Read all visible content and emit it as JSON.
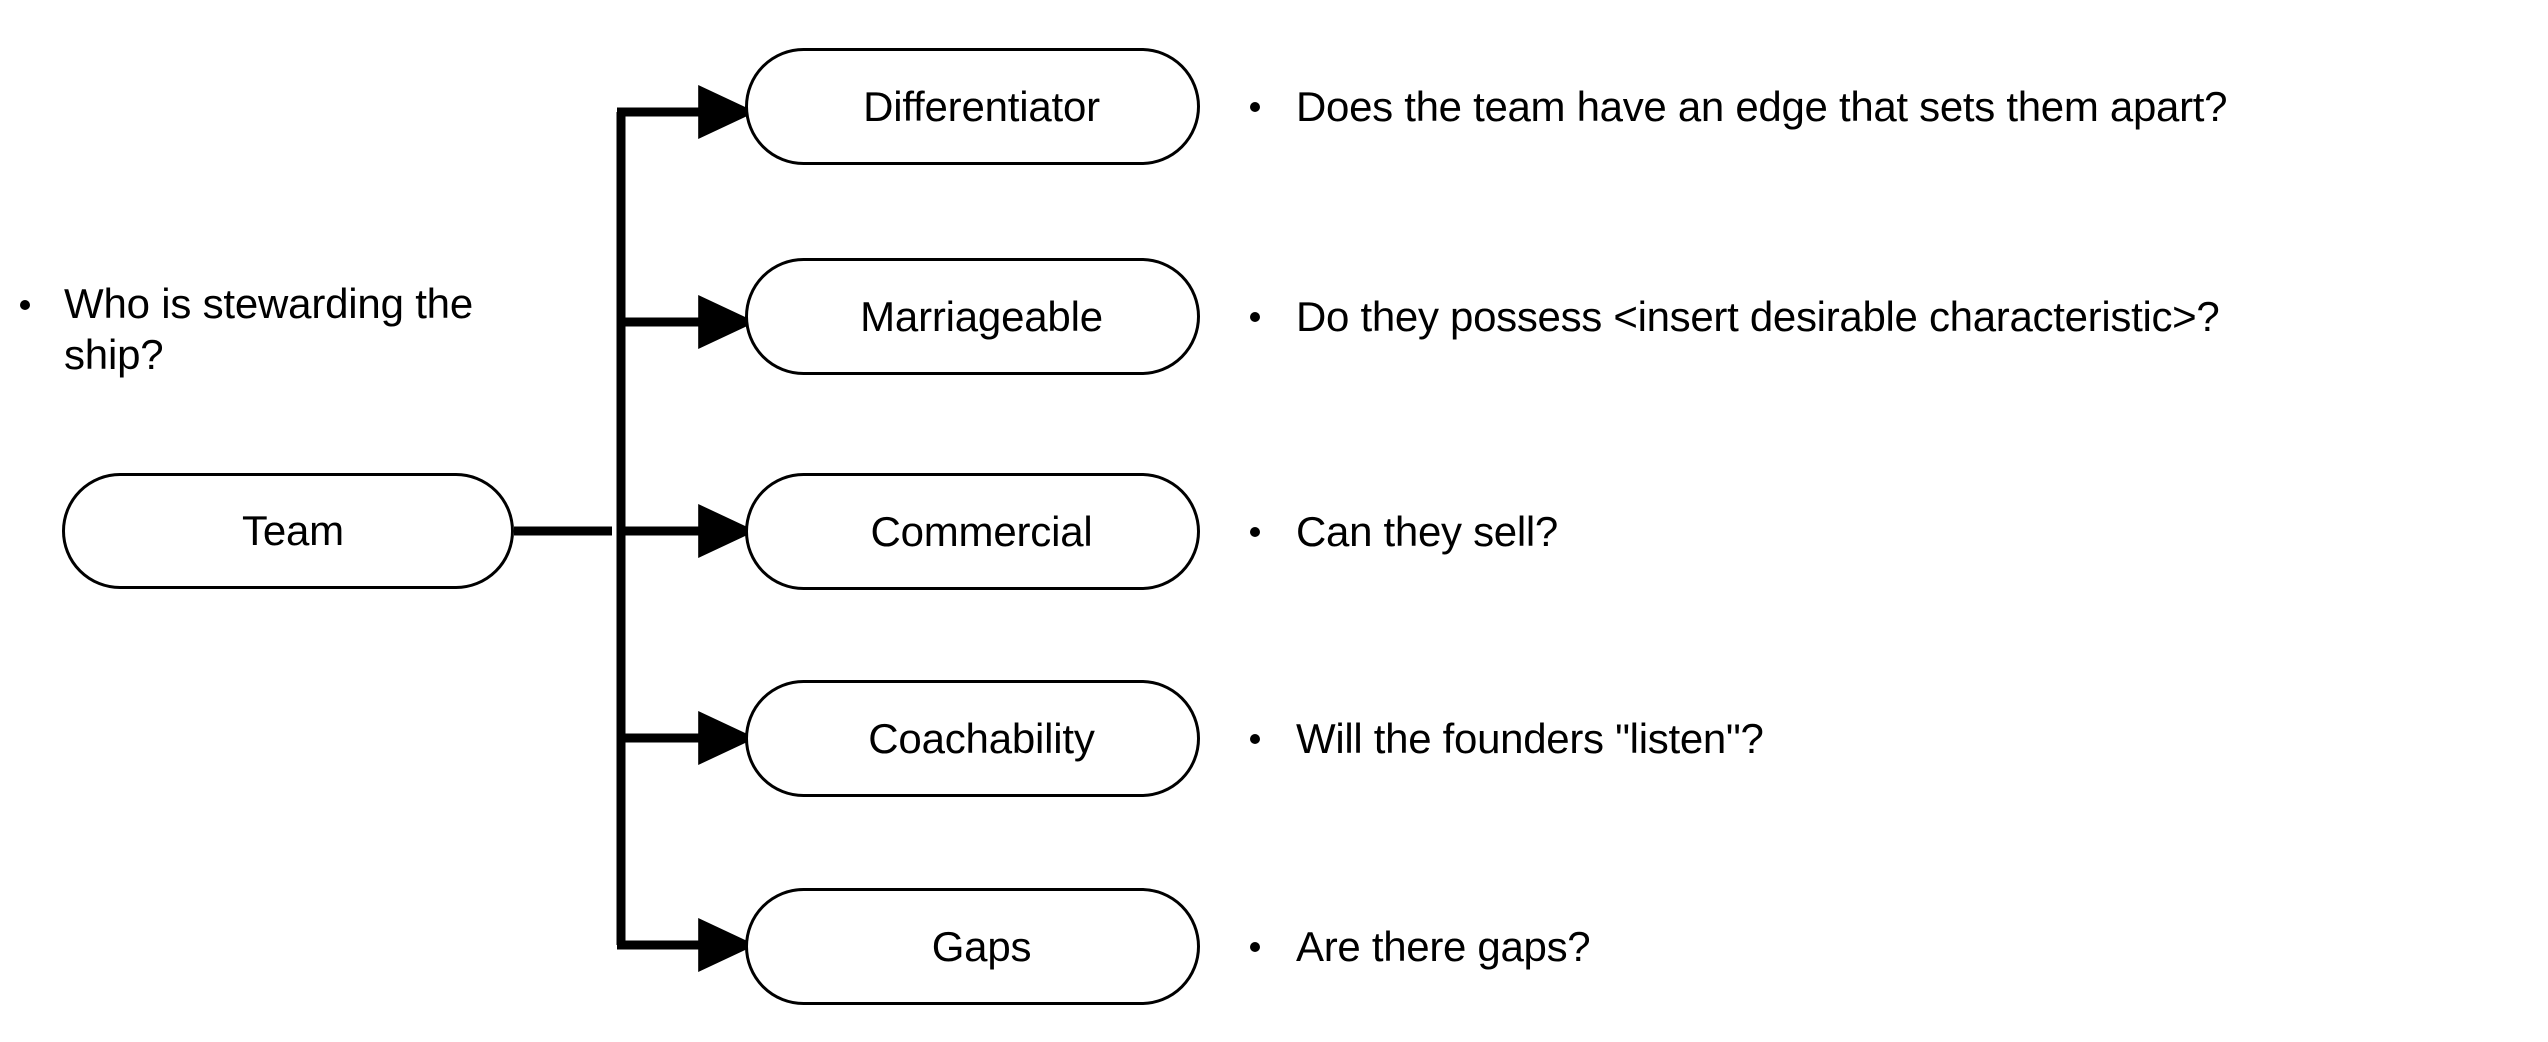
{
  "diagram": {
    "title_bullet": "Who is stewarding the ship?",
    "root": {
      "label": "Team"
    },
    "bullet_glyph": "bullet-dot",
    "colors": {
      "stroke": "#000000",
      "fill": "#ffffff",
      "text": "#000000",
      "background": "#ffffff"
    },
    "branches": [
      {
        "node": "Differentiator",
        "question": "Does the team have an edge that sets them apart?"
      },
      {
        "node": "Marriageable",
        "question": "Do they possess <insert desirable characteristic>?"
      },
      {
        "node": "Commercial",
        "question": "Can they sell?"
      },
      {
        "node": "Coachability",
        "question": "Will the founders \"listen\"?"
      },
      {
        "node": "Gaps",
        "question": "Are there gaps?"
      }
    ]
  }
}
